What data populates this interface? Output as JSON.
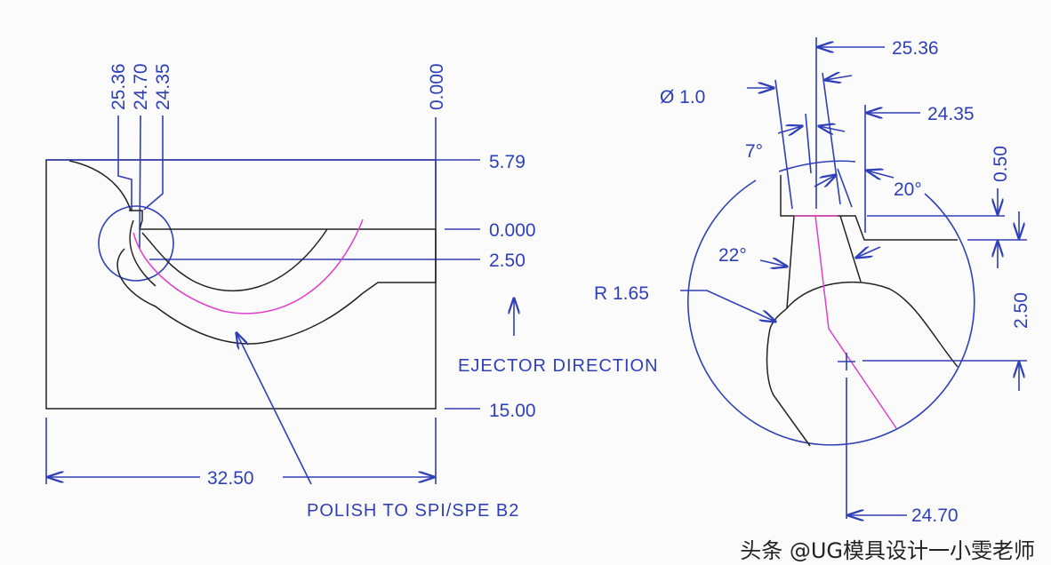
{
  "left_view": {
    "vertical_dims": [
      "25.36",
      "24.70",
      "24.35",
      "0.000"
    ],
    "horizontal_dims": [
      "5.79",
      "0.000",
      "2.50",
      "15.00"
    ],
    "width_dim": "32.50",
    "polish_note": "POLISH TO SPI/SPE B2",
    "ejector_note": "EJECTOR DIRECTION"
  },
  "detail_view": {
    "dim_25_36": "25.36",
    "dim_dia": "Ø 1.0",
    "dim_24_35": "24.35",
    "angle_7": "7°",
    "angle_20": "20°",
    "angle_22": "22°",
    "radius": "R 1.65",
    "dim_0_50": "0.50",
    "dim_2_50": "2.50",
    "dim_24_70": "24.70"
  },
  "watermark": "头条 @UG模具设计一小雯老师",
  "colors": {
    "dimension": "#2f3fb8",
    "outline": "#222222",
    "runner_path": "#e040c8"
  }
}
